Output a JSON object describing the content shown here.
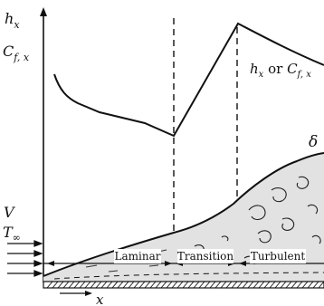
{
  "figure": {
    "y_axis_label_h": "h",
    "y_axis_label_h_sub": "x",
    "y_axis_label_c": "C",
    "y_axis_label_c_sub": "f, x",
    "curve_label_h": "h",
    "curve_label_h_sub": "x",
    "curve_label_or": " or ",
    "curve_label_c": "C",
    "curve_label_c_sub": "f, x",
    "boundary_layer_label": "δ",
    "velocity_label": "V",
    "temperature_label": "T",
    "temperature_sub": "∞",
    "x_axis_label": "x",
    "regions": {
      "laminar": "Laminar",
      "transition": "Transition",
      "turbulent": "Turbulent"
    }
  }
}
